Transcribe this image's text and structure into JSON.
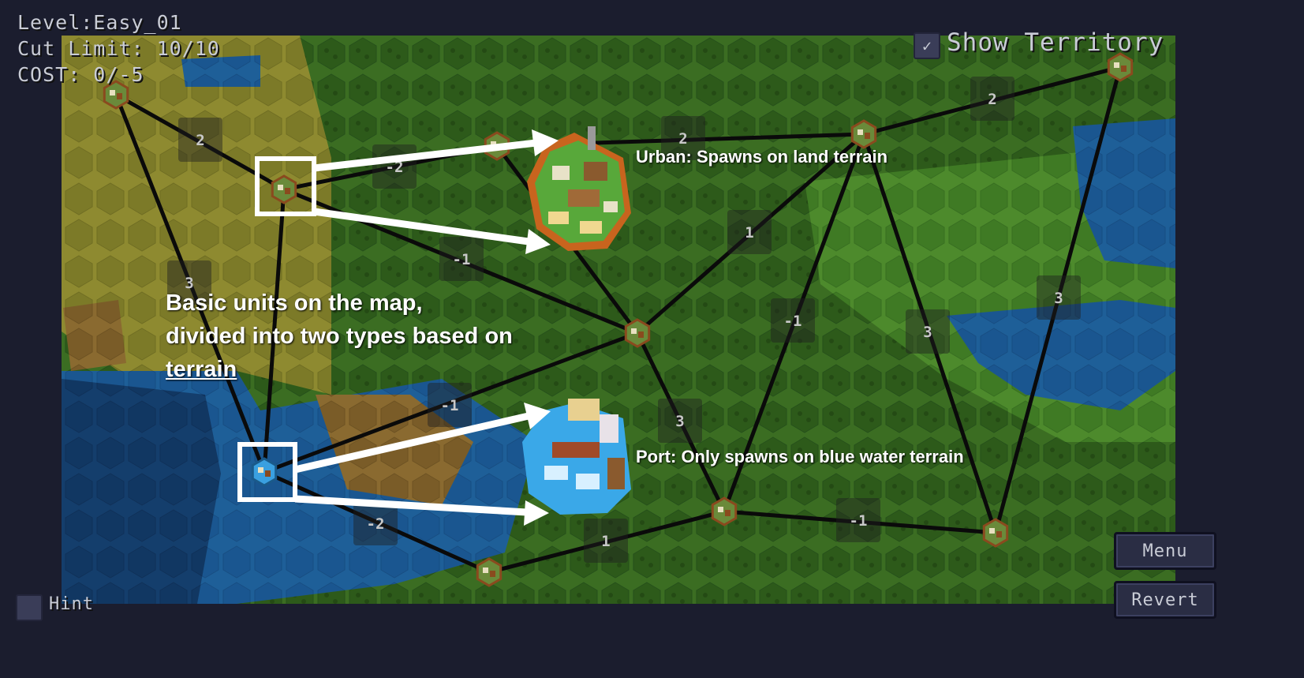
{
  "hud": {
    "level_label": "Level:Easy_01",
    "cut_limit_label": "Cut Limit: 10/10",
    "cost_label": "COST: 0/-5",
    "show_territory_label": "Show Territory",
    "show_territory_checked": "✓",
    "hint_label": "Hint"
  },
  "buttons": {
    "menu": "Menu",
    "revert": "Revert"
  },
  "annotations": {
    "urban": "Urban: Spawns on land terrain",
    "port": "Port: Only spawns on blue water terrain",
    "basic_line1": "Basic units on the map,",
    "basic_line2": "divided into two types based on",
    "basic_line3": "terrain"
  },
  "graph": {
    "edge_weights": [
      "2",
      "-2",
      "3",
      "-1",
      "-1",
      "1",
      "-1",
      "-2",
      "1",
      "3",
      "3",
      "-1",
      "2",
      "3",
      "2"
    ],
    "colors": {
      "land_dark": "#2f5a1e",
      "land_light": "#4a8a2a",
      "savanna": "#8a8a2e",
      "water": "#1f64a0",
      "deep_water": "#123a66",
      "edge": "#0a0a0a"
    }
  }
}
